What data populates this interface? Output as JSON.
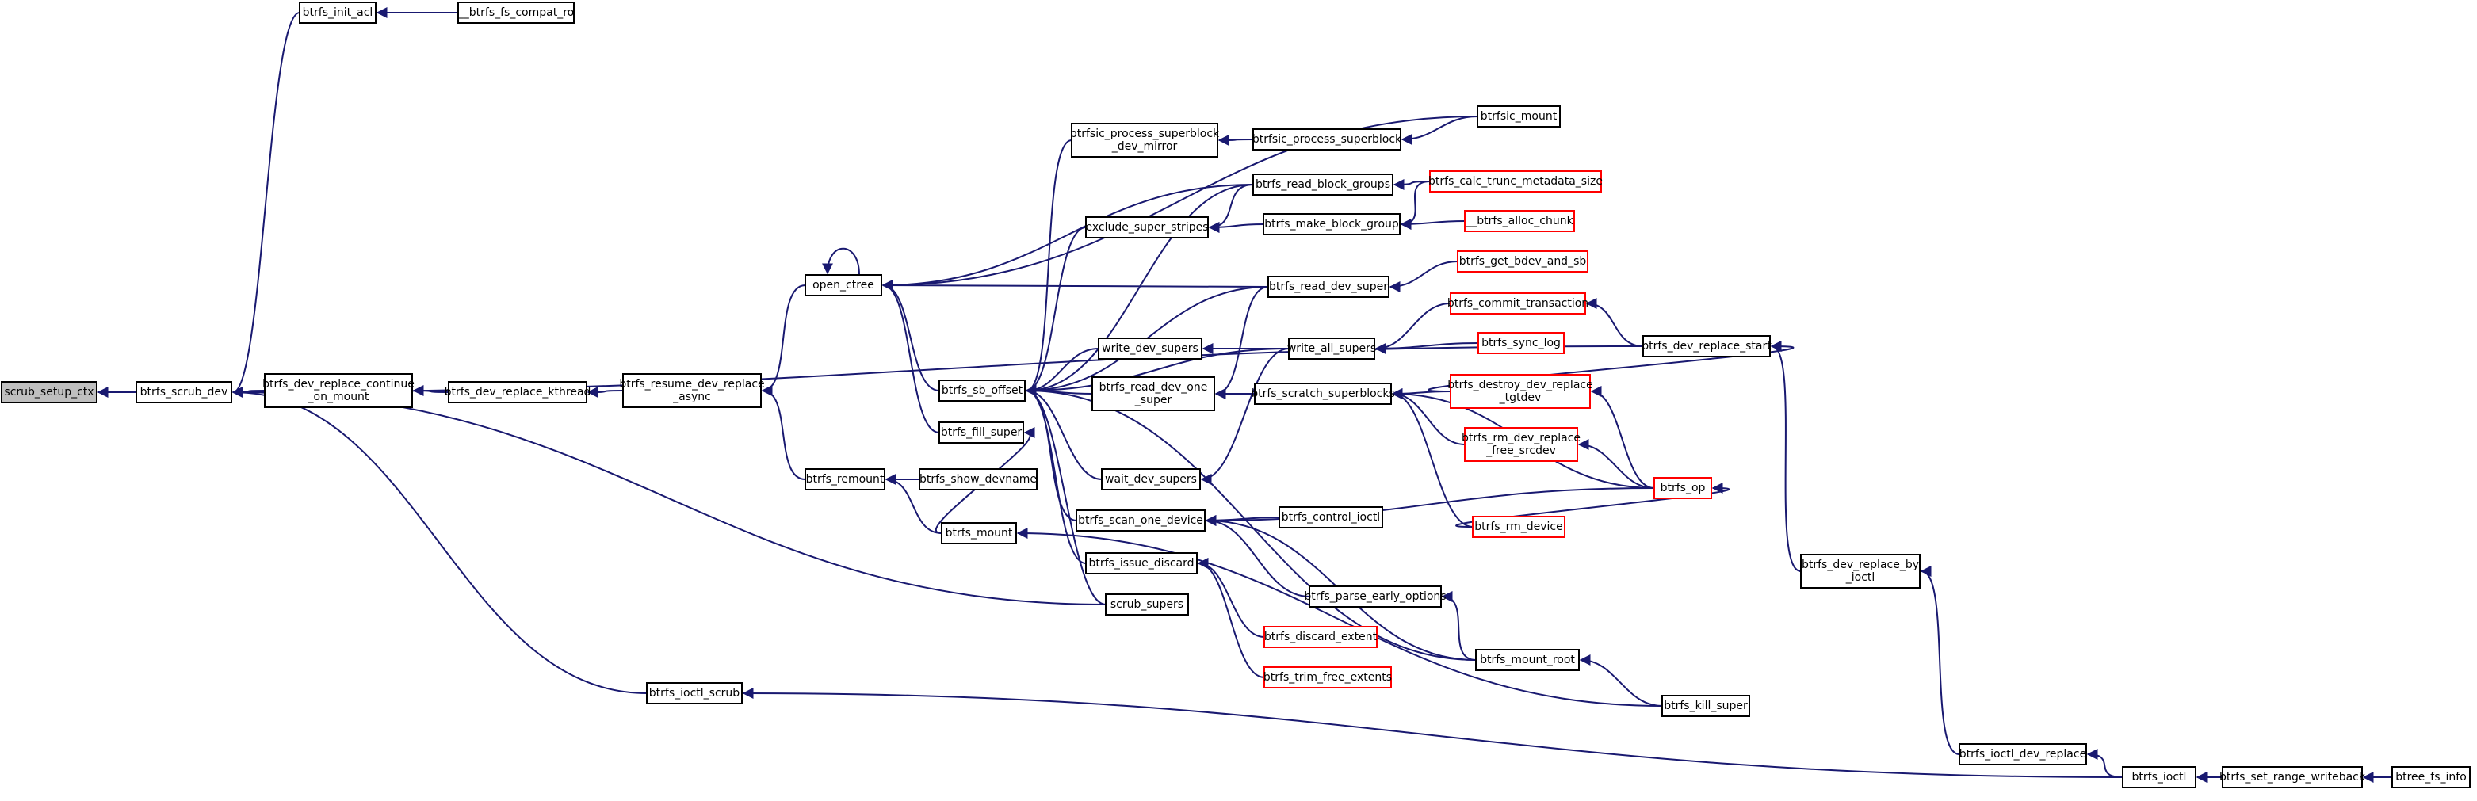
{
  "colors": {
    "edge": "#191970",
    "node_border": "#000000",
    "red_border": "#ff0000",
    "focus_fill": "#bfbfbf",
    "node_fill": "#ffffff",
    "text": "#000000"
  },
  "nodes": [
    {
      "id": "n_scrub_setup_ctx",
      "lines": [
        "scrub_setup_ctx"
      ],
      "style": "focus"
    },
    {
      "id": "n_btrfs_scrub_dev",
      "lines": [
        "btrfs_scrub_dev"
      ],
      "style": "normal"
    },
    {
      "id": "n_btrfs_init_acl",
      "lines": [
        "btrfs_init_acl"
      ],
      "style": "normal"
    },
    {
      "id": "n___btrfs_fs_compat_ro",
      "lines": [
        "__btrfs_fs_compat_ro"
      ],
      "style": "normal"
    },
    {
      "id": "n_btrfs_dev_replace_continue_on_mount",
      "lines": [
        "btrfs_dev_replace_continue",
        "_on_mount"
      ],
      "style": "normal"
    },
    {
      "id": "n_btrfs_dev_replace_kthread",
      "lines": [
        "btrfs_dev_replace_kthread"
      ],
      "style": "normal"
    },
    {
      "id": "n_btrfs_resume_dev_replace_async",
      "lines": [
        "btrfs_resume_dev_replace",
        "_async"
      ],
      "style": "normal"
    },
    {
      "id": "n_open_ctree",
      "lines": [
        "open_ctree"
      ],
      "style": "normal"
    },
    {
      "id": "n_btrfs_remount",
      "lines": [
        "btrfs_remount"
      ],
      "style": "normal"
    },
    {
      "id": "n_btrfs_show_devname",
      "lines": [
        "btrfs_show_devname"
      ],
      "style": "normal"
    },
    {
      "id": "n_btrfs_mount",
      "lines": [
        "btrfs_mount"
      ],
      "style": "normal"
    },
    {
      "id": "n_btrfs_ioctl_scrub",
      "lines": [
        "btrfs_ioctl_scrub"
      ],
      "style": "normal"
    },
    {
      "id": "n_btrfs_sb_offset",
      "lines": [
        "btrfs_sb_offset"
      ],
      "style": "normal"
    },
    {
      "id": "n_btrfs_fill_super",
      "lines": [
        "btrfs_fill_super"
      ],
      "style": "normal"
    },
    {
      "id": "n_btrfsic_process_superblock_dev_mirror",
      "lines": [
        "btrfsic_process_superblock",
        "_dev_mirror"
      ],
      "style": "normal"
    },
    {
      "id": "n_btrfsic_process_superblock",
      "lines": [
        "btrfsic_process_superblock"
      ],
      "style": "normal"
    },
    {
      "id": "n_btrfsic_mount",
      "lines": [
        "btrfsic_mount"
      ],
      "style": "normal"
    },
    {
      "id": "n_btrfs_read_block_groups",
      "lines": [
        "btrfs_read_block_groups"
      ],
      "style": "normal"
    },
    {
      "id": "n_btrfs_calc_trunc_metadata_size",
      "lines": [
        "btrfs_calc_trunc_metadata_size"
      ],
      "style": "red"
    },
    {
      "id": "n_exclude_super_stripes",
      "lines": [
        "exclude_super_stripes"
      ],
      "style": "normal"
    },
    {
      "id": "n_btrfs_make_block_group",
      "lines": [
        "btrfs_make_block_group"
      ],
      "style": "normal"
    },
    {
      "id": "n___btrfs_alloc_chunk",
      "lines": [
        "__btrfs_alloc_chunk"
      ],
      "style": "red"
    },
    {
      "id": "n_btrfs_get_bdev_and_sb",
      "lines": [
        "btrfs_get_bdev_and_sb"
      ],
      "style": "red"
    },
    {
      "id": "n_btrfs_read_dev_super",
      "lines": [
        "btrfs_read_dev_super"
      ],
      "style": "normal"
    },
    {
      "id": "n_btrfs_commit_transaction",
      "lines": [
        "btrfs_commit_transaction"
      ],
      "style": "red"
    },
    {
      "id": "n_write_dev_supers",
      "lines": [
        "write_dev_supers"
      ],
      "style": "normal"
    },
    {
      "id": "n_write_all_supers",
      "lines": [
        "write_all_supers"
      ],
      "style": "normal"
    },
    {
      "id": "n_btrfs_sync_log",
      "lines": [
        "btrfs_sync_log"
      ],
      "style": "red"
    },
    {
      "id": "n_btrfs_dev_replace_start",
      "lines": [
        "btrfs_dev_replace_start"
      ],
      "style": "normal"
    },
    {
      "id": "n_btrfs_destroy_dev_replace_tgtdev",
      "lines": [
        "btrfs_destroy_dev_replace",
        "_tgtdev"
      ],
      "style": "red"
    },
    {
      "id": "n_btrfs_read_dev_one_super",
      "lines": [
        "btrfs_read_dev_one",
        "_super"
      ],
      "style": "normal"
    },
    {
      "id": "n_btrfs_scratch_superblocks",
      "lines": [
        "btrfs_scratch_superblocks"
      ],
      "style": "normal"
    },
    {
      "id": "n_btrfs_rm_dev_replace_free_srcdev",
      "lines": [
        "btrfs_rm_dev_replace",
        "_free_srcdev"
      ],
      "style": "red"
    },
    {
      "id": "n_wait_dev_supers",
      "lines": [
        "wait_dev_supers"
      ],
      "style": "normal"
    },
    {
      "id": "n_btrfs_op",
      "lines": [
        "btrfs_op"
      ],
      "style": "red"
    },
    {
      "id": "n_btrfs_scan_one_device",
      "lines": [
        "btrfs_scan_one_device"
      ],
      "style": "normal"
    },
    {
      "id": "n_btrfs_control_ioctl",
      "lines": [
        "btrfs_control_ioctl"
      ],
      "style": "normal"
    },
    {
      "id": "n_btrfs_rm_device",
      "lines": [
        "btrfs_rm_device"
      ],
      "style": "red"
    },
    {
      "id": "n_btrfs_issue_discard",
      "lines": [
        "btrfs_issue_discard"
      ],
      "style": "normal"
    },
    {
      "id": "n_btrfs_parse_early_options",
      "lines": [
        "btrfs_parse_early_options"
      ],
      "style": "normal"
    },
    {
      "id": "n_btrfs_dev_replace_by_ioctl",
      "lines": [
        "btrfs_dev_replace_by",
        "_ioctl"
      ],
      "style": "normal"
    },
    {
      "id": "n_scrub_supers",
      "lines": [
        "scrub_supers"
      ],
      "style": "normal"
    },
    {
      "id": "n_btrfs_discard_extent",
      "lines": [
        "btrfs_discard_extent"
      ],
      "style": "red"
    },
    {
      "id": "n_btrfs_mount_root",
      "lines": [
        "btrfs_mount_root"
      ],
      "style": "normal"
    },
    {
      "id": "n_btrfs_trim_free_extents",
      "lines": [
        "btrfs_trim_free_extents"
      ],
      "style": "red"
    },
    {
      "id": "n_btrfs_kill_super",
      "lines": [
        "btrfs_kill_super"
      ],
      "style": "normal"
    },
    {
      "id": "n_btrfs_ioctl_dev_replace",
      "lines": [
        "btrfs_ioctl_dev_replace"
      ],
      "style": "normal"
    },
    {
      "id": "n_btrfs_ioctl",
      "lines": [
        "btrfs_ioctl"
      ],
      "style": "normal"
    },
    {
      "id": "n_btrfs_set_range_writeback",
      "lines": [
        "btrfs_set_range_writeback"
      ],
      "style": "normal"
    },
    {
      "id": "n_btree_fs_info",
      "lines": [
        "btree_fs_info"
      ],
      "style": "normal"
    }
  ],
  "edges": [
    [
      "n_btrfs_scrub_dev",
      "n_scrub_setup_ctx"
    ],
    [
      "n_btrfs_init_acl",
      "n_btrfs_scrub_dev"
    ],
    [
      "n_btrfs_dev_replace_start",
      "n_btrfs_scrub_dev"
    ],
    [
      "n_btrfs_dev_replace_continue_on_mount",
      "n_btrfs_scrub_dev"
    ],
    [
      "n_scrub_supers",
      "n_btrfs_scrub_dev"
    ],
    [
      "n_btrfs_ioctl_scrub",
      "n_btrfs_scrub_dev"
    ],
    [
      "n___btrfs_fs_compat_ro",
      "n_btrfs_init_acl"
    ],
    [
      "n_btrfs_dev_replace_kthread",
      "n_btrfs_dev_replace_continue_on_mount"
    ],
    [
      "n_btrfs_resume_dev_replace_async",
      "n_btrfs_dev_replace_kthread"
    ],
    [
      "n_open_ctree",
      "n_btrfs_resume_dev_replace_async"
    ],
    [
      "n_btrfs_remount",
      "n_btrfs_resume_dev_replace_async"
    ],
    [
      "n_open_ctree",
      "n_open_ctree"
    ],
    [
      "n_btrfsic_mount",
      "n_open_ctree"
    ],
    [
      "n_btrfs_read_block_groups",
      "n_open_ctree"
    ],
    [
      "n_btrfs_read_dev_super",
      "n_open_ctree"
    ],
    [
      "n_btrfs_sb_offset",
      "n_open_ctree"
    ],
    [
      "n_btrfs_fill_super",
      "n_open_ctree"
    ],
    [
      "n_btrfs_show_devname",
      "n_btrfs_remount"
    ],
    [
      "n_btrfs_mount",
      "n_btrfs_remount"
    ],
    [
      "n_btrfs_kill_super",
      "n_btrfs_mount"
    ],
    [
      "n_btrfs_ioctl",
      "n_btrfs_ioctl_scrub"
    ],
    [
      "n_btrfsic_process_superblock_dev_mirror",
      "n_btrfs_sb_offset"
    ],
    [
      "n_btrfs_read_block_groups",
      "n_btrfs_sb_offset"
    ],
    [
      "n_exclude_super_stripes",
      "n_btrfs_sb_offset"
    ],
    [
      "n_btrfs_read_dev_super",
      "n_btrfs_sb_offset"
    ],
    [
      "n_write_dev_supers",
      "n_btrfs_sb_offset"
    ],
    [
      "n_write_all_supers",
      "n_btrfs_sb_offset"
    ],
    [
      "n_btrfs_read_dev_one_super",
      "n_btrfs_sb_offset"
    ],
    [
      "n_wait_dev_supers",
      "n_btrfs_sb_offset"
    ],
    [
      "n_btrfs_scan_one_device",
      "n_btrfs_sb_offset"
    ],
    [
      "n_btrfs_issue_discard",
      "n_btrfs_sb_offset"
    ],
    [
      "n_scrub_supers",
      "n_btrfs_sb_offset"
    ],
    [
      "n_btrfs_mount_root",
      "n_btrfs_sb_offset"
    ],
    [
      "n_btrfs_mount",
      "n_btrfs_fill_super"
    ],
    [
      "n_btrfsic_process_superblock",
      "n_btrfsic_process_superblock_dev_mirror"
    ],
    [
      "n_btrfsic_mount",
      "n_btrfsic_process_superblock"
    ],
    [
      "n_btrfs_calc_trunc_metadata_size",
      "n_btrfs_read_block_groups"
    ],
    [
      "n_btrfs_read_block_groups",
      "n_exclude_super_stripes"
    ],
    [
      "n_btrfs_make_block_group",
      "n_exclude_super_stripes"
    ],
    [
      "n_btrfs_calc_trunc_metadata_size",
      "n_btrfs_make_block_group"
    ],
    [
      "n___btrfs_alloc_chunk",
      "n_btrfs_make_block_group"
    ],
    [
      "n_btrfs_get_bdev_and_sb",
      "n_btrfs_read_dev_super"
    ],
    [
      "n_write_all_supers",
      "n_write_dev_supers"
    ],
    [
      "n_btrfs_commit_transaction",
      "n_write_all_supers"
    ],
    [
      "n_btrfs_sync_log",
      "n_write_all_supers"
    ],
    [
      "n_btrfs_dev_replace_start",
      "n_btrfs_commit_transaction"
    ],
    [
      "n_btrfs_destroy_dev_replace_tgtdev",
      "n_btrfs_dev_replace_start"
    ],
    [
      "n_btrfs_dev_replace_by_ioctl",
      "n_btrfs_dev_replace_start"
    ],
    [
      "n_btrfs_op",
      "n_btrfs_destroy_dev_replace_tgtdev"
    ],
    [
      "n_btrfs_read_dev_super",
      "n_btrfs_read_dev_one_super"
    ],
    [
      "n_btrfs_scratch_superblocks",
      "n_btrfs_read_dev_one_super"
    ],
    [
      "n_btrfs_destroy_dev_replace_tgtdev",
      "n_btrfs_scratch_superblocks"
    ],
    [
      "n_btrfs_rm_dev_replace_free_srcdev",
      "n_btrfs_scratch_superblocks"
    ],
    [
      "n_btrfs_op",
      "n_btrfs_scratch_superblocks"
    ],
    [
      "n_btrfs_rm_device",
      "n_btrfs_scratch_superblocks"
    ],
    [
      "n_btrfs_op",
      "n_btrfs_rm_dev_replace_free_srcdev"
    ],
    [
      "n_write_all_supers",
      "n_wait_dev_supers"
    ],
    [
      "n_btrfs_rm_device",
      "n_btrfs_op"
    ],
    [
      "n_btrfs_op",
      "n_btrfs_scan_one_device"
    ],
    [
      "n_btrfs_control_ioctl",
      "n_btrfs_scan_one_device"
    ],
    [
      "n_btrfs_parse_early_options",
      "n_btrfs_scan_one_device"
    ],
    [
      "n_btrfs_mount_root",
      "n_btrfs_scan_one_device"
    ],
    [
      "n_btrfs_discard_extent",
      "n_btrfs_issue_discard"
    ],
    [
      "n_btrfs_trim_free_extents",
      "n_btrfs_issue_discard"
    ],
    [
      "n_btrfs_mount_root",
      "n_btrfs_parse_early_options"
    ],
    [
      "n_btrfs_kill_super",
      "n_btrfs_mount_root"
    ],
    [
      "n_btrfs_ioctl_dev_replace",
      "n_btrfs_dev_replace_by_ioctl"
    ],
    [
      "n_btrfs_ioctl",
      "n_btrfs_ioctl_dev_replace"
    ],
    [
      "n_btrfs_set_range_writeback",
      "n_btrfs_ioctl"
    ],
    [
      "n_btree_fs_info",
      "n_btrfs_set_range_writeback"
    ]
  ]
}
